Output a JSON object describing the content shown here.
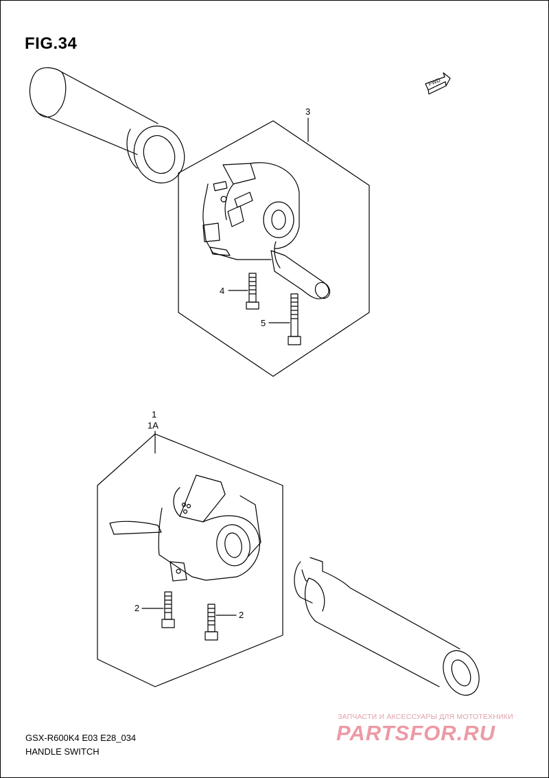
{
  "figure": {
    "title": "FIG.34",
    "model_code": "GSX-R600K4 E03 E28_034",
    "diagram_title": "HANDLE SWITCH"
  },
  "direction_arrow": {
    "label": "FWD",
    "icon": "fwd-arrow-icon"
  },
  "callouts": {
    "part_3": "3",
    "part_4": "4",
    "part_5": "5",
    "part_1": "1",
    "part_1a": "1A",
    "part_2_left": "2",
    "part_2_right": "2"
  },
  "watermark": {
    "tagline": "ЗАПЧАСТИ И АКСЕССУАРЫ ДЛЯ МОТОТЕХНИКИ",
    "brand": "PARTSFOR.RU",
    "color": "#ec9aa5"
  }
}
